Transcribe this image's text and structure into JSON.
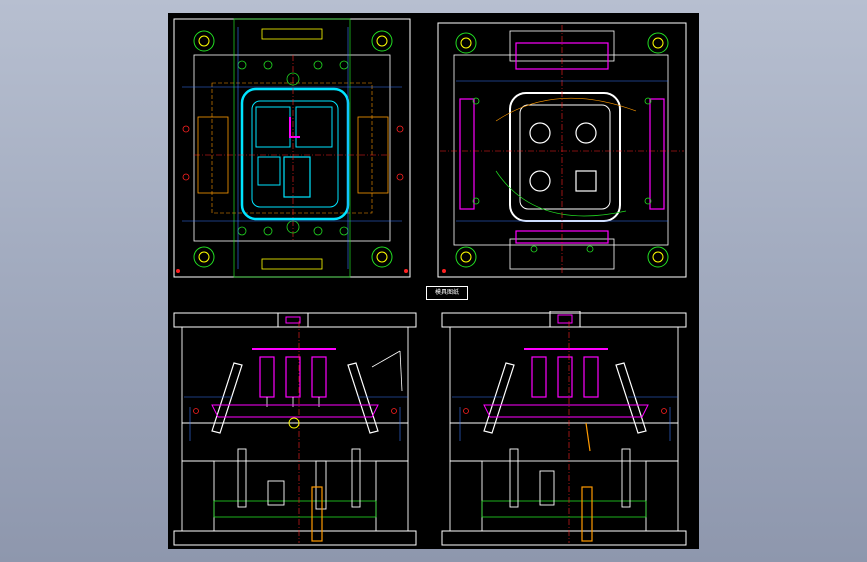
{
  "viewport": {
    "background": "#a7b0c3"
  },
  "drawing": {
    "background": "#000000",
    "title_label": "模具图纸",
    "colors": {
      "white": "#ffffff",
      "green": "#22dd22",
      "cyan": "#00e5ff",
      "magenta": "#ff00ff",
      "red": "#ff2020",
      "yellow": "#ffff00",
      "blue": "#3a7bff",
      "orange": "#ff9a00"
    },
    "views": [
      {
        "id": "top-left",
        "kind": "plan-view-moving-half"
      },
      {
        "id": "top-right",
        "kind": "plan-view-fixed-half"
      },
      {
        "id": "bottom-left",
        "kind": "section-view-a"
      },
      {
        "id": "bottom-right",
        "kind": "section-view-b"
      }
    ]
  }
}
